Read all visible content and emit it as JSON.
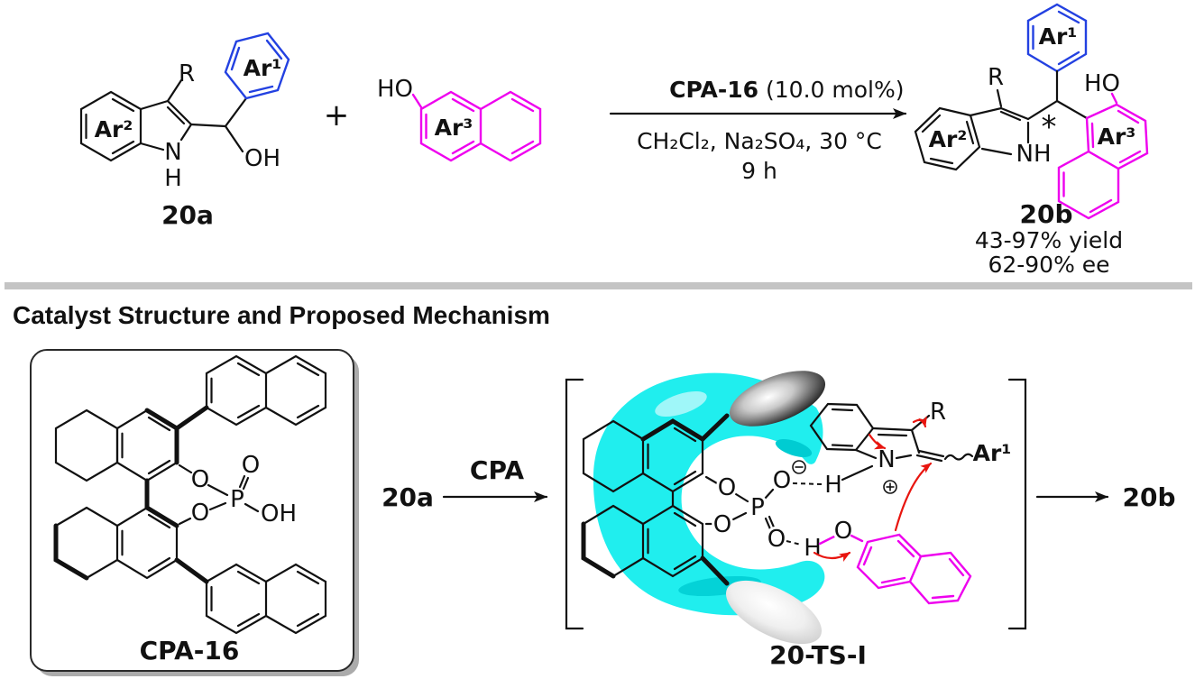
{
  "colors": {
    "ar1_blue": "#2341E1",
    "naphthol_magenta": "#EE00EE",
    "pocket_cyan": "#20EEEE",
    "pocket_cyan_dark": "#00CCD2",
    "arrow_red": "#E8150F",
    "divider_gray": "#C4C4C4"
  },
  "top_scheme": {
    "reactant_20a": {
      "label": "20a",
      "r": "R",
      "ar1": "Ar¹",
      "ar2": "Ar²",
      "n": "N",
      "h": "H",
      "oh": "OH"
    },
    "plus": "+",
    "naphthol": {
      "ho": "HO",
      "ar3": "Ar³"
    },
    "conditions": {
      "catalyst": "CPA-16",
      "loading": "(10.0 mol%)",
      "solvent_line": "CH₂Cl₂, Na₂SO₄, 30 °C",
      "time": "9 h"
    },
    "product_20b": {
      "label": "20b",
      "r": "R",
      "ar1": "Ar¹",
      "ar2": "Ar²",
      "ar3": "Ar³",
      "nh": "NH",
      "ho": "HO",
      "stereocenter": "*",
      "yield_range": "43-97% yield",
      "ee_range": "62-90% ee"
    }
  },
  "section_heading": "Catalyst Structure and Proposed Mechanism",
  "catalyst_box": {
    "o_upper": "O",
    "o_lower": "O",
    "p": "P",
    "o_double": "O",
    "oh": "OH",
    "label": "CPA-16"
  },
  "mechanism": {
    "reactant_label": "20a",
    "arrow_label": "CPA",
    "transition_state": {
      "label": "20-TS-I",
      "o_upper": "O",
      "o_lower": "O",
      "p": "P",
      "o_minus": "O",
      "charge_minus": "⊖",
      "h_ammonium": "H",
      "n": "N",
      "charge_plus": "⊕",
      "o_phosphoryl": "O",
      "r": "R",
      "ar1": "Ar¹",
      "naphthol_h": "H",
      "naphthol_o": "O"
    },
    "product_label": "20b"
  }
}
